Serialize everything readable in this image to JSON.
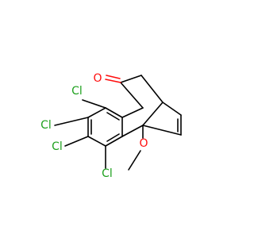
{
  "molecule": {
    "atoms": {
      "oxygen_carbonyl": {
        "label": "O",
        "color": "#ff0d0d"
      },
      "oxygen_methoxy": {
        "label": "O",
        "color": "#ff0d0d"
      },
      "chlorine_1": {
        "label": "Cl",
        "color": "#1fa11f"
      },
      "chlorine_2": {
        "label": "Cl",
        "color": "#1fa11f"
      },
      "chlorine_3": {
        "label": "Cl",
        "color": "#1fa11f"
      },
      "chlorine_4": {
        "label": "Cl",
        "color": "#1fa11f"
      }
    }
  }
}
